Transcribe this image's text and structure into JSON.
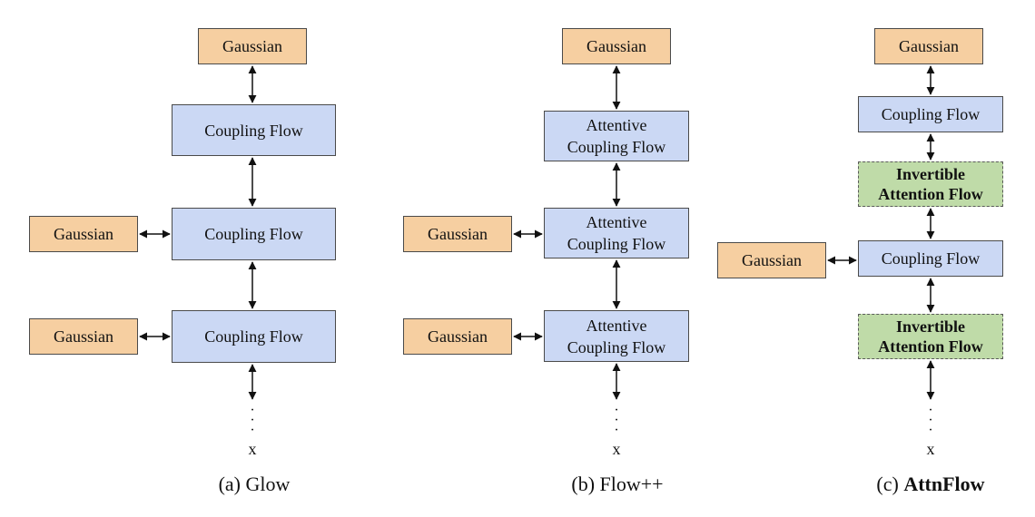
{
  "glow": {
    "top_gaussian": "Gaussian",
    "flows": [
      "Coupling Flow",
      "Coupling Flow",
      "Coupling Flow"
    ],
    "side_gaussians": [
      "Gaussian",
      "Gaussian"
    ],
    "x_label": "x",
    "caption": "(a) Glow"
  },
  "flowpp": {
    "top_gaussian": "Gaussian",
    "flows": [
      {
        "line1": "Attentive",
        "line2": "Coupling Flow"
      },
      {
        "line1": "Attentive",
        "line2": "Coupling Flow"
      },
      {
        "line1": "Attentive",
        "line2": "Coupling Flow"
      }
    ],
    "side_gaussians": [
      "Gaussian",
      "Gaussian"
    ],
    "x_label": "x",
    "caption": "(b) Flow++"
  },
  "attnflow": {
    "top_gaussian": "Gaussian",
    "coupling": [
      "Coupling Flow",
      "Coupling Flow"
    ],
    "attention": [
      {
        "line1": "Invertible",
        "line2": "Attention Flow"
      },
      {
        "line1": "Invertible",
        "line2": "Attention Flow"
      }
    ],
    "side_gaussian": "Gaussian",
    "x_label": "x",
    "caption_prefix": "(c) ",
    "caption_bold": "AttnFlow"
  }
}
